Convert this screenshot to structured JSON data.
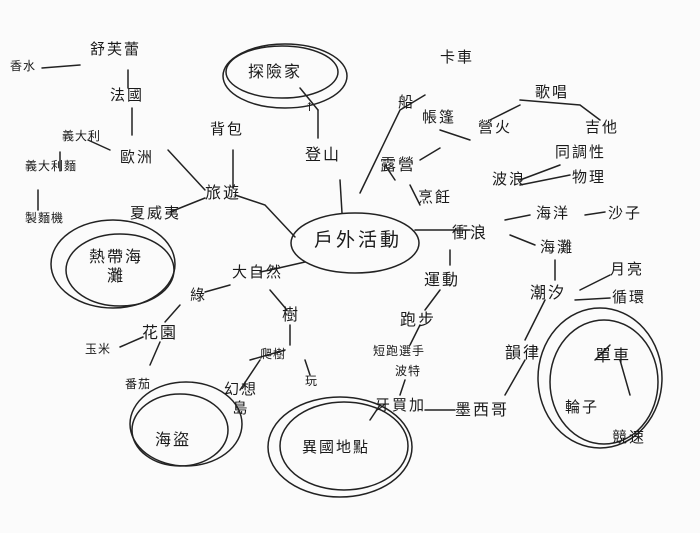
{
  "diagram": {
    "center": "戶外活動",
    "explorer": "探險家",
    "climb": "登山",
    "travel": "旅遊",
    "backpack": "背包",
    "europe": "歐洲",
    "italy": "義大利",
    "italian_noodle": "義大利麵",
    "noodle_making": "製麵機",
    "france": "法國",
    "perfume": "香水",
    "perfume_brand": "舒芙蕾",
    "hawaii": "夏威夷",
    "tropical_beach": "熱帶海灘",
    "nature": "大自然",
    "green": "綠",
    "garden": "花園",
    "corn": "玉米",
    "tomato": "番茄",
    "tree": "樹",
    "climb_tree": "爬樹",
    "play": "玩",
    "fantasy": "幻想島",
    "pirate": "海盜",
    "boat": "船",
    "truck": "卡車",
    "camping": "露營",
    "tent": "帳篷",
    "bonfire": "營火",
    "sing": "歌唱",
    "guitar": "吉他",
    "rhythm": "同調性",
    "physics": "物理",
    "wave": "波浪",
    "cooking": "烹飪",
    "surf": "衝浪",
    "ocean": "海洋",
    "sand": "沙子",
    "beach": "海灘",
    "tide": "潮汐",
    "moon": "月亮",
    "cycle": "循環",
    "bicycle": "單車",
    "wheel": "輪子",
    "speed": "競速",
    "rhythm2": "韻律",
    "exercise": "運動",
    "running": "跑步",
    "sprinter": "短跑選手",
    "name": "波特",
    "jamaica": "牙買加",
    "mexico": "墨西哥",
    "map": "異國地點"
  }
}
